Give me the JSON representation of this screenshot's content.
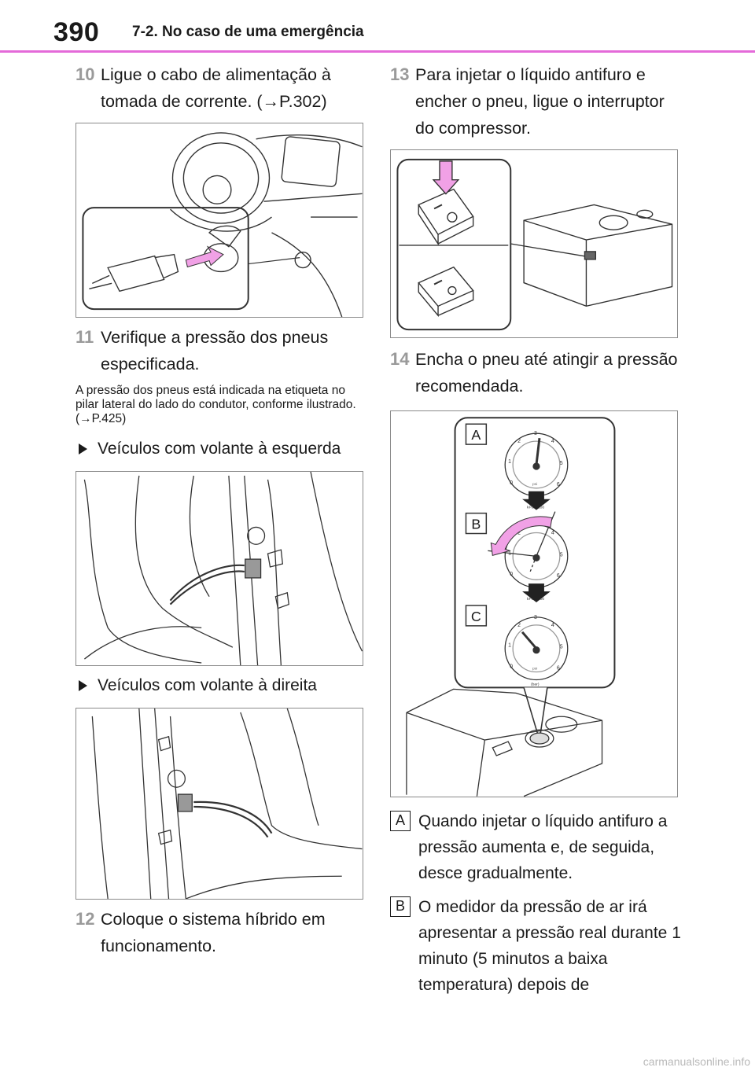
{
  "header": {
    "page_number": "390",
    "section": "7-2. No caso de uma emergência",
    "accent_color": "#e46ad9"
  },
  "left": {
    "step10": {
      "num": "10",
      "text": "Ligue o cabo de alimentação à tomada de corrente. (→P.302)"
    },
    "step11": {
      "num": "11",
      "text": "Verifique a pressão dos pneus especificada."
    },
    "note": "A pressão dos pneus está indicada na etiqueta no pilar lateral do lado do condutor, conforme ilustrado. (→P.425)",
    "lhd": "Veículos com volante à esquerda",
    "rhd": "Veículos com volante à direita",
    "step12": {
      "num": "12",
      "text": "Coloque o sistema híbrido em funcionamento."
    }
  },
  "right": {
    "step13": {
      "num": "13",
      "text": "Para injetar o líquido antifuro e encher o pneu, ligue o interruptor do compressor."
    },
    "step14": {
      "num": "14",
      "text": "Encha o pneu até atingir a pressão recomendada."
    },
    "gauge_labels": {
      "a": "A",
      "b": "B",
      "c": "C"
    },
    "gauge_scale": {
      "bar": [
        "0",
        "1",
        "2",
        "3",
        "4",
        "5",
        "6"
      ],
      "unit_psi": "psi",
      "unit_bar": "(bar)",
      "unit_kpa": "kPa x 100"
    },
    "item_a": {
      "letter": "A",
      "text": "Quando injetar o líquido antifuro a pressão aumenta e, de seguida, desce gradualmente."
    },
    "item_b": {
      "letter": "B",
      "text": "O medidor da pressão de ar irá apresentar a pressão real durante 1 minuto (5 minutos a baixa temperatura) depois de"
    }
  },
  "footer": {
    "watermark": "carmanualsonline.info"
  }
}
